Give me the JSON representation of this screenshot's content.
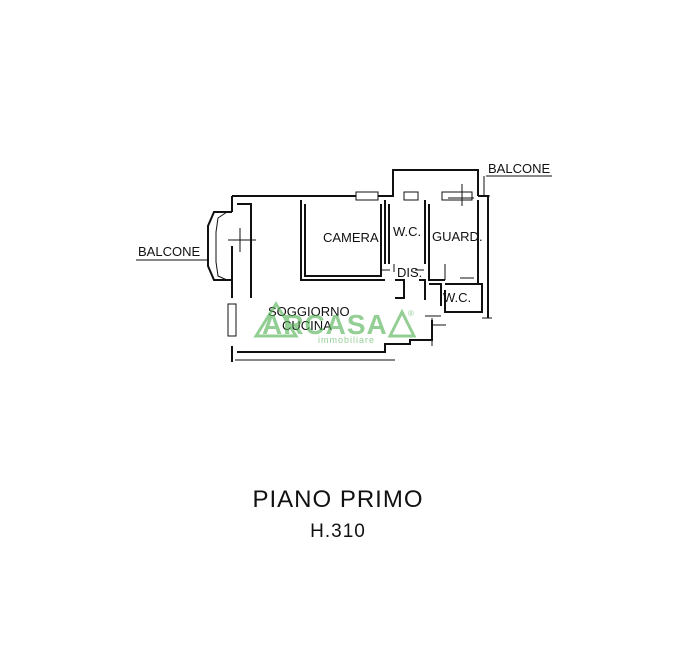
{
  "plan": {
    "labels": {
      "balcone_top": "BALCONE",
      "balcone_left": "BALCONE",
      "camera": "CAMERA",
      "wc_top": "W.C.",
      "guardaroba": "GUARD.",
      "dis": "DIS.",
      "wc_bottom": "W.C.",
      "soggiorno": "SOGGIORNO",
      "cucina": "CUCINA"
    },
    "watermark": {
      "brand": "ARCASA",
      "subtitle": "immobiliare",
      "mark": "®",
      "color": "#4caf50"
    }
  },
  "caption": {
    "title": "PIANO PRIMO",
    "height": "H.310"
  }
}
